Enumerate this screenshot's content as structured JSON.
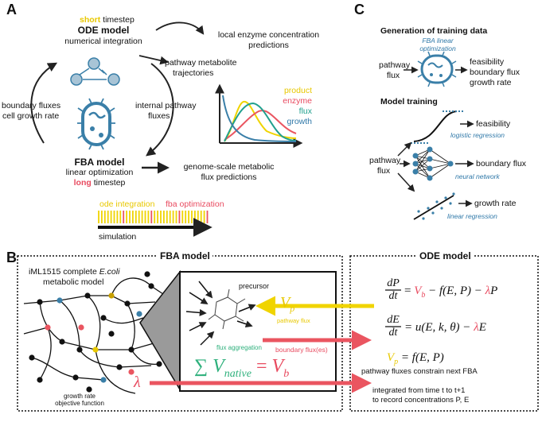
{
  "panel_a": {
    "letter": "A",
    "short_label": "short",
    "timestep_label": "timestep",
    "ode_title": "ODE model",
    "ode_sub": "numerical integration",
    "local_enzyme": "local enzyme concentration",
    "predictions": "predictions",
    "pathway_metabolite": "pathway metabolite",
    "trajectories": "trajectories",
    "boundary_fluxes": "boundary fluxes",
    "cell_growth_rate": "cell growth rate",
    "internal_pathway": "internal pathway",
    "fluxes": "fluxes",
    "fba_title": "FBA model",
    "fba_sub": "linear optimization",
    "long_label": "long",
    "genome_scale": "genome-scale metabolic",
    "flux_predictions": "flux predictions",
    "legend": {
      "product": "product",
      "enzyme": "enzyme",
      "flux": "flux",
      "growth": "growth"
    },
    "ode_integration": "ode integration",
    "fba_optimization": "fba optimization",
    "simulation": "simulation"
  },
  "panel_b": {
    "letter": "B",
    "fba_header": "FBA model",
    "ode_header": "ODE model",
    "iml_line1": "iML1515 complete",
    "iml_ecoli": "E.coli",
    "iml_line2": "metabolic model",
    "precursor": "precursor",
    "vp": "V",
    "vp_sub": "p",
    "pathway_flux": "pathway flux",
    "flux_aggregation": "flux aggregation",
    "boundary_fluxes": "boundary flux(es)",
    "sum_symbol": "∑",
    "v_native": "V",
    "native_sub": "native",
    "equals": "=",
    "v_b": "V",
    "b_sub": "b",
    "growth_rate": "growth rate",
    "objective_function": "objective function",
    "lambda": "λ",
    "eq1_lhs_num": "dP",
    "eq1_lhs_den": "dt",
    "eq1_rhs": "− f(E, P)  −",
    "eq1_tail": "P",
    "eq2_lhs_num": "dE",
    "eq2_lhs_den": "dt",
    "eq2_rhs": "= u(E, k, θ) −",
    "eq2_tail": "E",
    "eq3_rhs": "= f(E, P)",
    "constrain_note": "pathway fluxes constrain next FBA",
    "integrated_line1": "integrated from time t to t+1",
    "integrated_line2": "to record concentrations P, E"
  },
  "panel_c": {
    "letter": "C",
    "gen_title": "Generation of training data",
    "fba_linear": "FBA linear",
    "optimization": "optimization",
    "pathway": "pathway",
    "flux": "flux",
    "feasibility": "feasibility",
    "boundary_flux": "boundary flux",
    "growth_rate": "growth rate",
    "model_training": "Model training",
    "logistic_regression": "logistic regression",
    "neural_network": "neural network",
    "linear_regression": "linear regression"
  },
  "colors": {
    "yellow": "#e8c800",
    "red": "#e84a5f",
    "teal": "#21a08e",
    "blue": "#2f78a8",
    "cell_blue": "#3a7fa8"
  }
}
